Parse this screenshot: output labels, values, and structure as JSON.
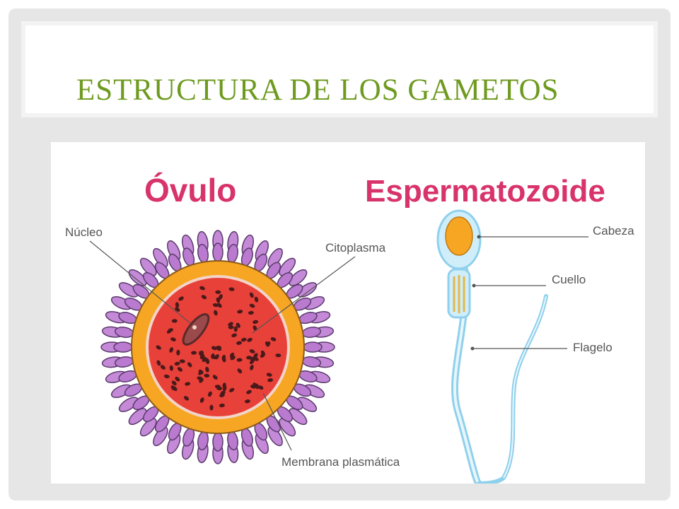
{
  "slide": {
    "title": "ESTRUCTURA DE LOS GAMETOS"
  },
  "diagram": {
    "ovulo": {
      "heading": "Óvulo",
      "labels": {
        "nucleo": "Núcleo",
        "citoplasma": "Citoplasma",
        "membrana": "Membrana plasmática"
      }
    },
    "espermatozoide": {
      "heading": "Espermatozoide",
      "labels": {
        "cabeza": "Cabeza",
        "cuello": "Cuello",
        "flagelo": "Flagelo"
      }
    }
  },
  "colors": {
    "title": "#6e9a1f",
    "heading": "#d8336a",
    "corona": "#c48ad8",
    "zona": "#f6a623",
    "cytoplasm": "#e8413a",
    "sperm_outline": "#8fd0ec",
    "sperm_head": "#f6a623"
  }
}
